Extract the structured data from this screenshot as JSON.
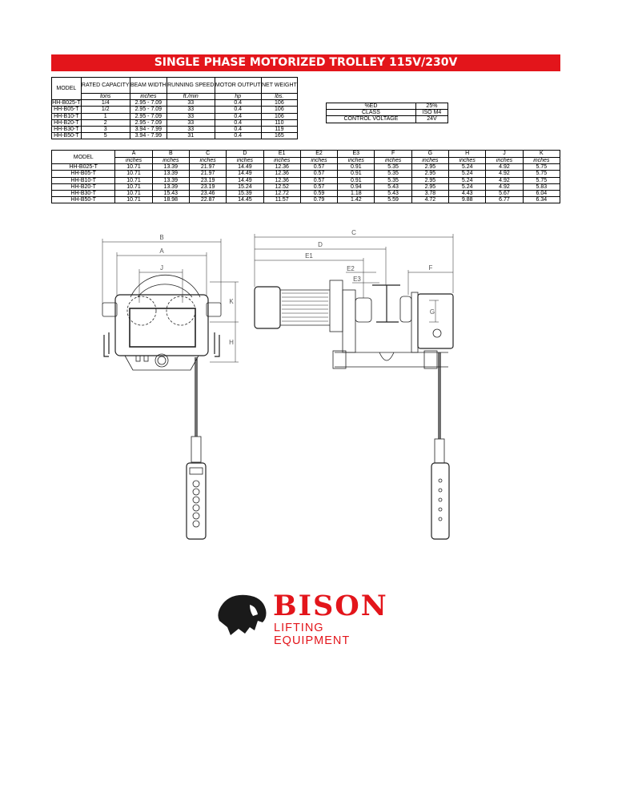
{
  "title": "SINGLE PHASE MOTORIZED TROLLEY 115V/230V",
  "spec_table": {
    "headers": [
      "MODEL",
      "RATED CAPACITY",
      "BEAM WIDTH",
      "RUNNING SPEED",
      "MOTOR OUTPUT",
      "NET WEIGHT"
    ],
    "units": [
      "",
      "tons",
      "inches",
      "ft./min",
      "hp",
      "lbs."
    ],
    "rows": [
      [
        "HH-B025-T",
        "1/4",
        "2.95 - 7.09",
        "33",
        "0.4",
        "106"
      ],
      [
        "HH-B05-T",
        "1/2",
        "2.95 - 7.09",
        "33",
        "0.4",
        "106"
      ],
      [
        "HH-B10-T",
        "1",
        "2.95 - 7.09",
        "33",
        "0.4",
        "106"
      ],
      [
        "HH-B20-T",
        "2",
        "2.95 - 7.09",
        "33",
        "0.4",
        "110"
      ],
      [
        "HH-B30-T",
        "3",
        "3.94 - 7.99",
        "33",
        "0.4",
        "119"
      ],
      [
        "HH-B50-T",
        "5",
        "3.94 - 7.99",
        "31",
        "0.4",
        "165"
      ]
    ]
  },
  "duty_table": {
    "rows": [
      [
        "%ED",
        "25%"
      ],
      [
        "CLASS",
        "ISO M4"
      ],
      [
        "CONTROL VOLTAGE",
        "24V"
      ]
    ]
  },
  "dimension_table": {
    "headers": [
      "MODEL",
      "A",
      "B",
      "C",
      "D",
      "E1",
      "E2",
      "E3",
      "F",
      "G",
      "H",
      "J",
      "K"
    ],
    "units": [
      "",
      "inches",
      "inches",
      "inches",
      "inches",
      "inches",
      "inches",
      "inches",
      "inches",
      "inches",
      "inches",
      "inches",
      "inches"
    ],
    "rows": [
      [
        "HH-B025-T",
        "10.71",
        "13.39",
        "21.97",
        "14.49",
        "12.36",
        "0.57",
        "0.91",
        "5.35",
        "2.95",
        "5.24",
        "4.92",
        "5.75"
      ],
      [
        "HH-B05-T",
        "10.71",
        "13.39",
        "21.97",
        "14.49",
        "12.36",
        "0.57",
        "0.91",
        "5.35",
        "2.95",
        "5.24",
        "4.92",
        "5.75"
      ],
      [
        "HH-B10-T",
        "10.71",
        "13.39",
        "23.19",
        "14.49",
        "12.36",
        "0.57",
        "0.91",
        "5.35",
        "2.95",
        "5.24",
        "4.92",
        "5.75"
      ],
      [
        "HH-B20-T",
        "10.71",
        "13.39",
        "23.19",
        "15.24",
        "12.52",
        "0.57",
        "0.94",
        "5.43",
        "2.95",
        "5.24",
        "4.92",
        "5.83"
      ],
      [
        "HH-B30-T",
        "10.71",
        "15.43",
        "23.46",
        "15.39",
        "12.72",
        "0.59",
        "1.18",
        "5.43",
        "3.78",
        "4.43",
        "5.67",
        "6.04"
      ],
      [
        "HH-B50-T",
        "10.71",
        "18.98",
        "22.87",
        "14.45",
        "11.57",
        "0.79",
        "1.42",
        "5.59",
        "4.72",
        "9.88",
        "6.77",
        "6.34"
      ]
    ]
  },
  "drawing_labels": {
    "A": "A",
    "B": "B",
    "C": "C",
    "D": "D",
    "E1": "E1",
    "E2": "E2",
    "E3": "E3",
    "F": "F",
    "G": "G",
    "H": "H",
    "J": "J",
    "K": "K"
  },
  "logo": {
    "name": "BISON",
    "tagline": "LIFTING EQUIPMENT",
    "color": "#e3151b"
  }
}
